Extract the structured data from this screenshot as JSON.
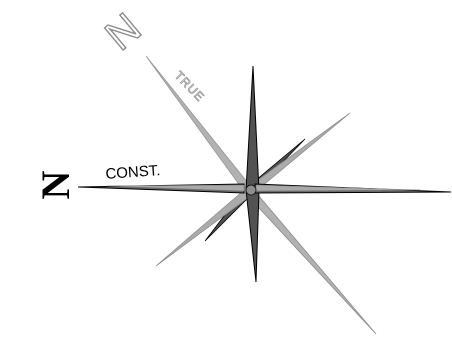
{
  "diagram": {
    "labels": {
      "true_north_letter": "N",
      "true_text": "TRUE",
      "const_north_letter": "N",
      "const_text": "CONST."
    },
    "colors": {
      "background": "#ffffff",
      "dark_ray": "#555555",
      "light_ray": "#a8a8a8",
      "outline": "#000000",
      "true_label": "#9a9a9a",
      "const_label": "#000000"
    }
  }
}
